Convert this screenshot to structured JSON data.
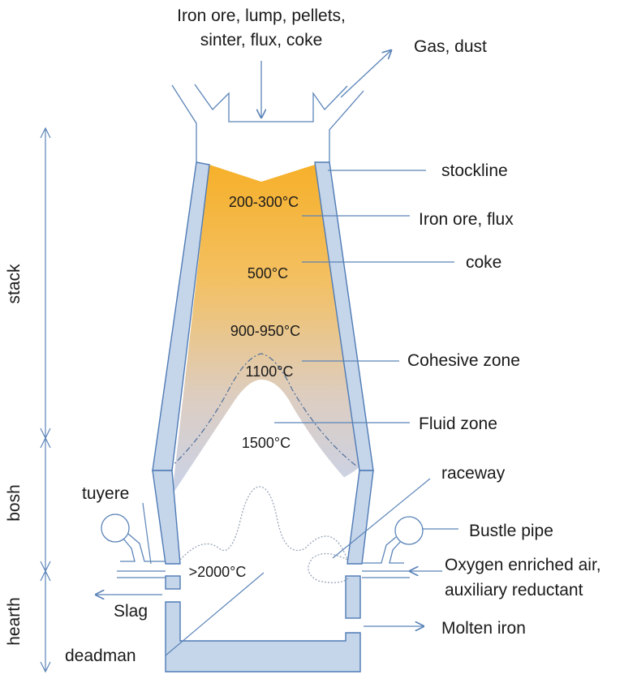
{
  "colors": {
    "wall_fill": "#c5d5ea",
    "wall_stroke": "#4f7bb5",
    "line": "#5b84b8",
    "charge_top": "#f6b02a",
    "charge_bottom": "#c9d3ea",
    "text": "#1a1a1a"
  },
  "inputs": {
    "charge_line1": "Iron ore, lump, pellets,",
    "charge_line2": "sinter, flux, coke",
    "gas": "Gas, dust"
  },
  "zones": {
    "stack": "stack",
    "bosh": "bosh",
    "hearth": "hearth"
  },
  "labels": {
    "stockline": "stockline",
    "iron_ore_flux": "Iron ore, flux",
    "coke": "coke",
    "cohesive_zone": "Cohesive zone",
    "fluid_zone": "Fluid zone",
    "raceway": "raceway",
    "tuyere": "tuyere",
    "bustle_pipe": "Bustle pipe",
    "oxygen_line1": "Oxygen enriched air,",
    "oxygen_line2": "auxiliary reductant",
    "slag": "Slag",
    "molten_iron": "Molten iron",
    "deadman": "deadman"
  },
  "temperatures": {
    "t1": "200-300°C",
    "t2": "500°C",
    "t3": "900-950°C",
    "t4": "1100°C",
    "t5": "1500°C",
    "t6": ">2000°C"
  },
  "icons": {
    "arrow": "arrow-icon",
    "bustle_pipe": "bustle-pipe-icon"
  }
}
